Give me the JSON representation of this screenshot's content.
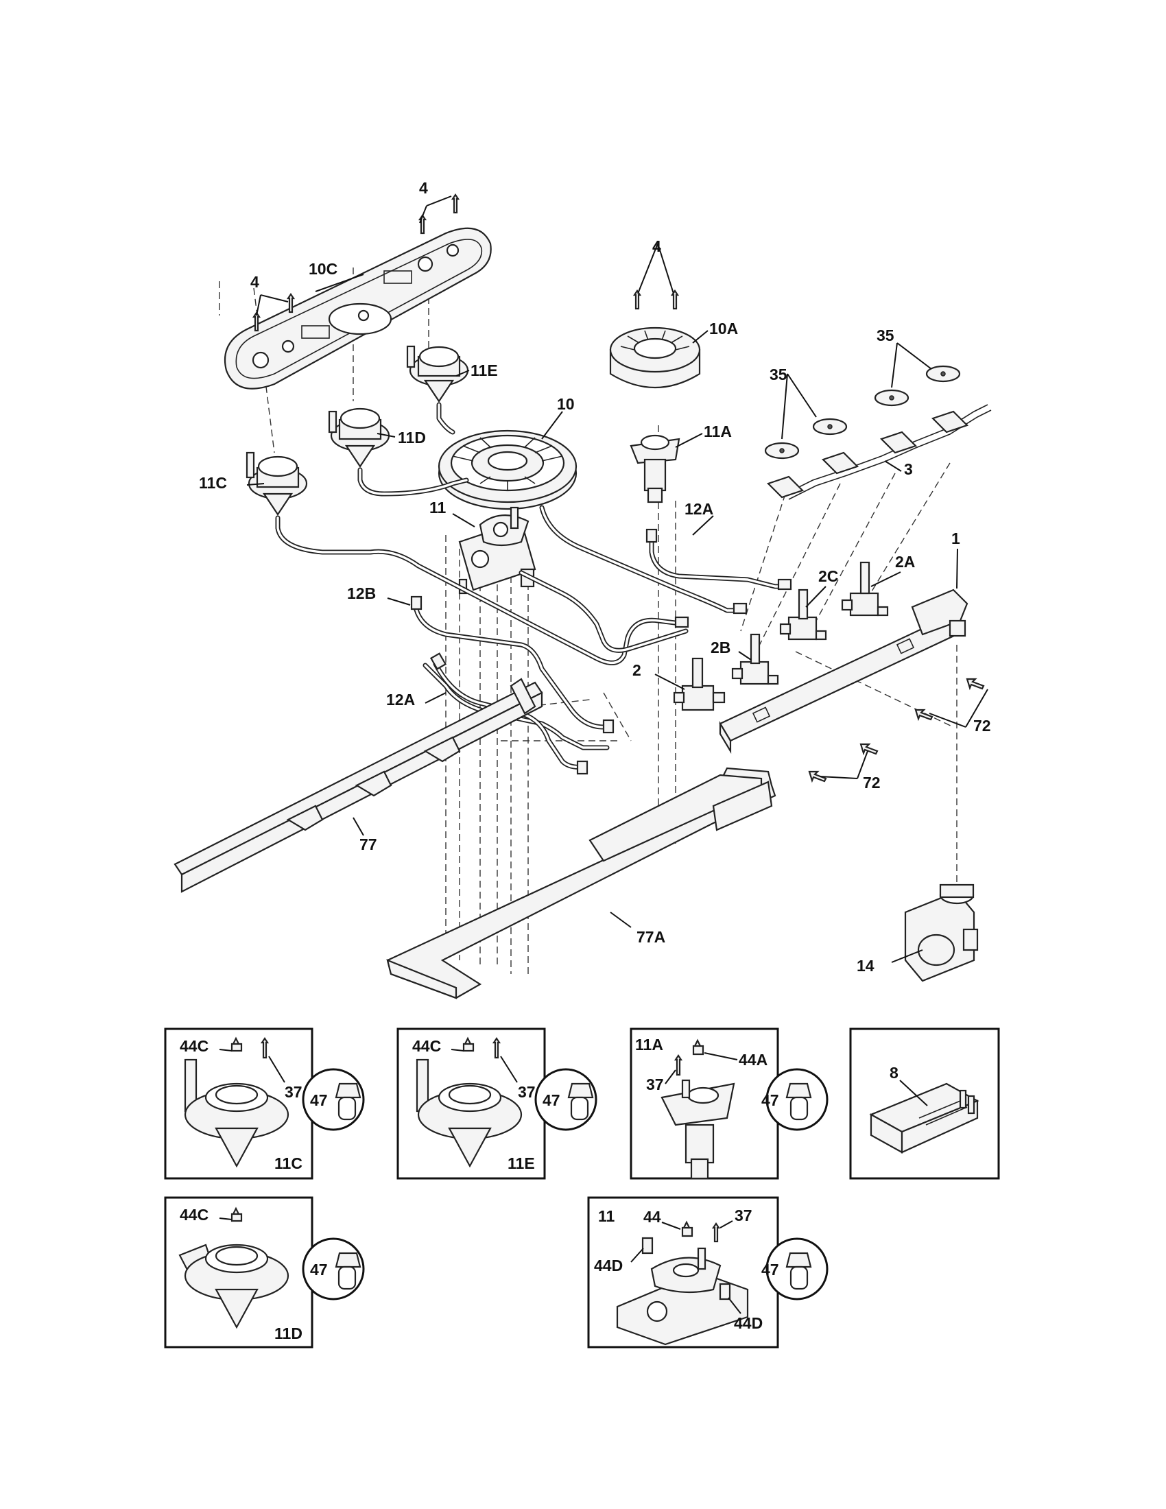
{
  "callouts": {
    "c_4_top": "4",
    "c_4_left": "4",
    "c_4_mid": "4",
    "c_10c": "10C",
    "c_10a": "10A",
    "c_10": "10",
    "c_11e": "11E",
    "c_11d": "11D",
    "c_11c": "11C",
    "c_11a": "11A",
    "c_11": "11",
    "c_35_top": "35",
    "c_35_left": "35",
    "c_3": "3",
    "c_12a_top": "12A",
    "c_12a_bottom": "12A",
    "c_12b": "12B",
    "c_1": "1",
    "c_2a": "2A",
    "c_2c": "2C",
    "c_2b": "2B",
    "c_2": "2",
    "c_72_right": "72",
    "c_72_bottom": "72",
    "c_77": "77",
    "c_77a": "77A",
    "c_14": "14"
  },
  "insets": {
    "inset_11c": {
      "title": "11C",
      "label_44c": "44C",
      "label_37": "37",
      "label_47": "47"
    },
    "inset_11e": {
      "title": "11E",
      "label_44c": "44C",
      "label_37": "37",
      "label_47": "47"
    },
    "inset_11a": {
      "title": "11A",
      "label_44a": "44A",
      "label_37": "37",
      "label_47": "47"
    },
    "inset_8": {
      "label_8": "8"
    },
    "inset_11d": {
      "title": "11D",
      "label_44c": "44C",
      "label_47": "47"
    },
    "inset_11": {
      "title": "11",
      "label_44": "44",
      "label_37": "37",
      "label_44d_left": "44D",
      "label_44d_right": "44D",
      "label_47": "47"
    }
  },
  "icons": [
    "burner-cap-icon",
    "gas-valve-icon",
    "orifice-icon",
    "screw-icon",
    "regulator-icon",
    "spark-module-icon"
  ]
}
